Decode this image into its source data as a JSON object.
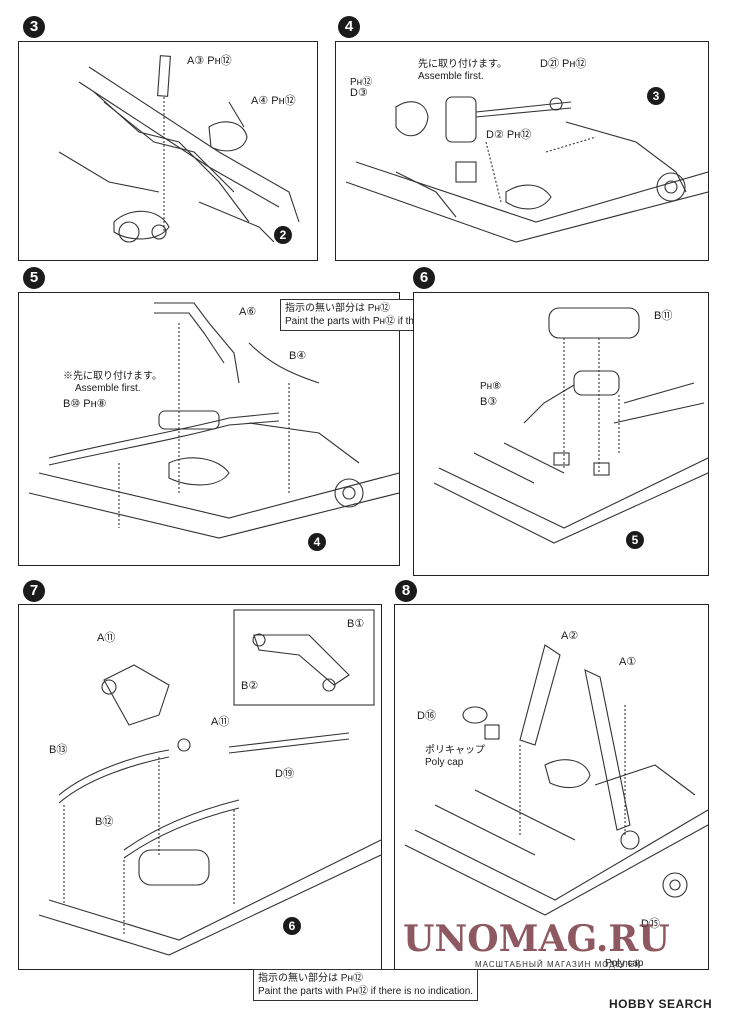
{
  "steps": {
    "s3": {
      "num": "3",
      "a3": "A③ Pн⑫",
      "a4": "A④ Pн⑫",
      "ref": "2"
    },
    "s4": {
      "num": "4",
      "jp": "先に取り付けます。",
      "en": "Assemble first.",
      "ph": "Pн⑫",
      "d3": "D③",
      "d21": "D㉑ Pн⑫",
      "d2": "D② Pн⑫",
      "ref": "3"
    },
    "s5": {
      "num": "5",
      "a6": "A⑥",
      "b4": "B④",
      "jp": "※先に取り付けます。",
      "en": "Assemble first.",
      "b10": "B⑩ Pн⑧",
      "ref": "4",
      "note_jp": "指示の無い部分は Pн⑫",
      "note_en": "Paint the parts with Pн⑫ if there is no indication."
    },
    "s6": {
      "num": "6",
      "b11": "B⑪",
      "ph8": "Pн⑧",
      "b3": "B③",
      "ref": "5"
    },
    "s7": {
      "num": "7",
      "a11a": "A⑪",
      "b1": "B①",
      "b2": "B②",
      "a11b": "A⑪",
      "b13": "B⑬",
      "d19": "D⑲",
      "b12": "B⑫",
      "ref": "6",
      "note_jp": "指示の無い部分は Pн⑫",
      "note_en": "Paint the parts with Pн⑫ if there is no indication."
    },
    "s8": {
      "num": "8",
      "a2": "A②",
      "a1": "A①",
      "d16": "D⑯",
      "jp": "ポリキャップ",
      "en": "Poly cap",
      "cap2": "Poly cap",
      "d15": "D⑮"
    }
  },
  "watermark": {
    "main": "UNOMAG.RU",
    "sub": "МАСШТАБНЫЙ МАГАЗИН МОДЕЛЕЙ",
    "hobby": "HOBBY SEARCH"
  }
}
